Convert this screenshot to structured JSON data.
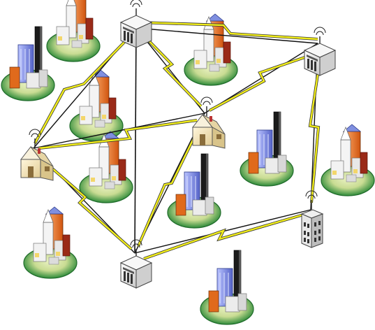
{
  "diagram": {
    "nodes": [
      {
        "id": "bank-top",
        "kind": "bank"
      },
      {
        "id": "bank-right",
        "kind": "bank"
      },
      {
        "id": "bank-bottom",
        "kind": "bank"
      },
      {
        "id": "house-center",
        "kind": "house"
      },
      {
        "id": "house-left",
        "kind": "house"
      },
      {
        "id": "office-right",
        "kind": "office"
      }
    ],
    "cities": [
      {
        "id": "city-1",
        "style": "church"
      },
      {
        "id": "city-2",
        "style": "towers"
      },
      {
        "id": "city-3",
        "style": "church"
      },
      {
        "id": "city-4",
        "style": "church"
      },
      {
        "id": "city-5",
        "style": "church"
      },
      {
        "id": "city-6",
        "style": "towers"
      },
      {
        "id": "city-7",
        "style": "church"
      },
      {
        "id": "city-8",
        "style": "towers"
      },
      {
        "id": "city-9",
        "style": "church"
      },
      {
        "id": "city-10",
        "style": "church"
      },
      {
        "id": "city-11",
        "style": "towers"
      }
    ],
    "links": [
      {
        "from": "bank-top",
        "to": "bank-right",
        "type": "wireless"
      },
      {
        "from": "bank-top",
        "to": "house-center",
        "type": "wireless"
      },
      {
        "from": "bank-top",
        "to": "house-left",
        "type": "wireless"
      },
      {
        "from": "bank-top",
        "to": "bank-bottom",
        "type": "wired"
      },
      {
        "from": "bank-right",
        "to": "house-center",
        "type": "wireless"
      },
      {
        "from": "bank-right",
        "to": "office-right",
        "type": "wireless"
      },
      {
        "from": "house-center",
        "to": "bank-bottom",
        "type": "wireless"
      },
      {
        "from": "house-center",
        "to": "house-left",
        "type": "wireless"
      },
      {
        "from": "house-left",
        "to": "bank-bottom",
        "type": "wireless"
      },
      {
        "from": "bank-bottom",
        "to": "office-right",
        "type": "wireless"
      }
    ],
    "colors": {
      "wired": "#111111",
      "wireless": "#e8e600",
      "wireless_outline": "#333333",
      "ground": "#2e8b3a",
      "ground_highlight": "#d9e6a8",
      "tower_orange": "#e06a1c",
      "tower_blue": "#6f7fd6",
      "tower_red": "#b43218",
      "tower_dark": "#1a1a1a",
      "bank_body": "#e6e6e6",
      "house_body": "#f1e1b8"
    }
  }
}
